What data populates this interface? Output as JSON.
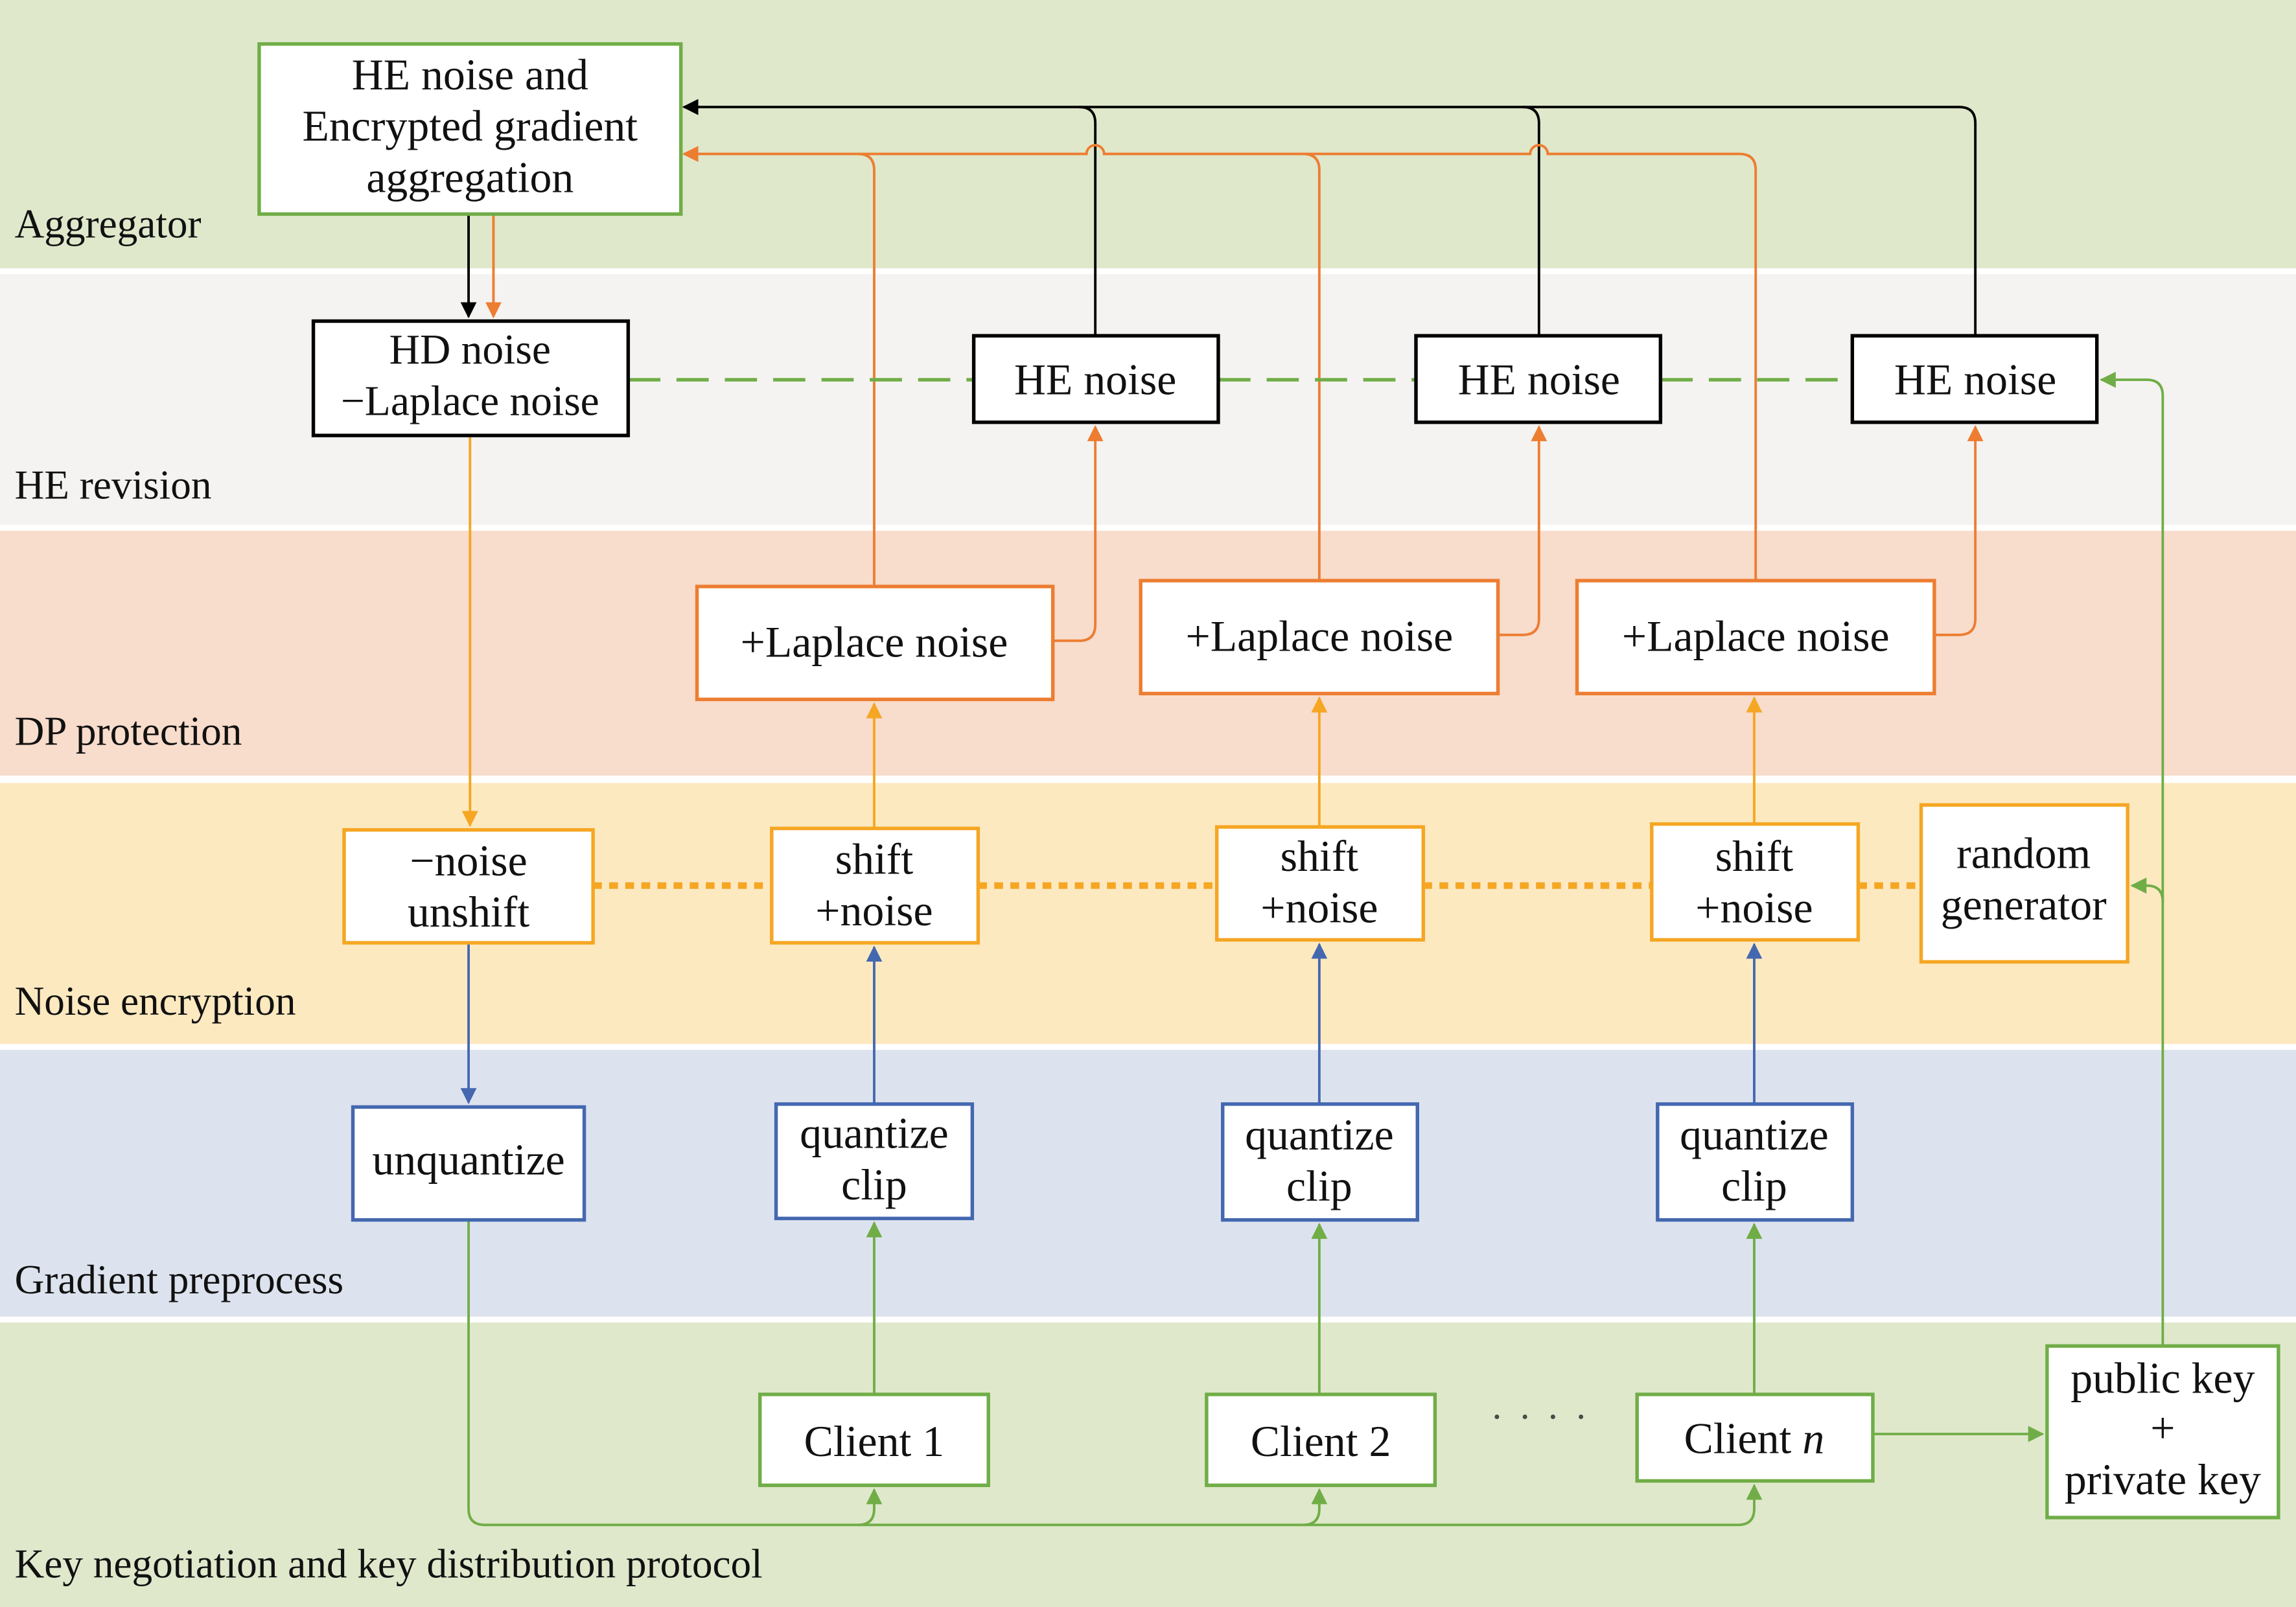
{
  "bands": [
    {
      "label": "Aggregator",
      "color": "#dfe8cb"
    },
    {
      "label": "HE revision",
      "color": "#f4f3f1"
    },
    {
      "label": "DP protection",
      "color": "#f8dccc"
    },
    {
      "label": "Noise encryption",
      "color": "#fde9c0"
    },
    {
      "label": "Gradient preprocess",
      "color": "#dde3ee"
    },
    {
      "label": "Key negotiation and key distribution protocol",
      "color": "#dfe8cb"
    }
  ],
  "aggregator_box": {
    "lines": [
      "HE noise and",
      "Encrypted gradient",
      "aggregation"
    ]
  },
  "he_revision": {
    "hd_box": {
      "lines": [
        "HD noise",
        "−Laplace noise"
      ]
    },
    "he_noise_boxes": [
      "HE noise",
      "HE noise",
      "HE noise"
    ]
  },
  "dp_protection": {
    "laplace_boxes": [
      "+Laplace noise",
      "+Laplace noise",
      "+Laplace noise"
    ]
  },
  "noise_encryption": {
    "unshift_box": {
      "lines": [
        "−noise",
        "unshift"
      ]
    },
    "shift_boxes": [
      {
        "lines": [
          "shift",
          "+noise"
        ]
      },
      {
        "lines": [
          "shift",
          "+noise"
        ]
      },
      {
        "lines": [
          "shift",
          "+noise"
        ]
      }
    ],
    "random_generator": {
      "lines": [
        "random",
        "generator"
      ]
    }
  },
  "gradient_preprocess": {
    "unquantize": "unquantize",
    "quantize_boxes": [
      {
        "lines": [
          "quantize",
          "clip"
        ]
      },
      {
        "lines": [
          "quantize",
          "clip"
        ]
      },
      {
        "lines": [
          "quantize",
          "clip"
        ]
      }
    ]
  },
  "key_protocol": {
    "clients": [
      {
        "name": "Client",
        "index": "1"
      },
      {
        "name": "Client",
        "index": "2"
      },
      {
        "name": "Client",
        "index": "n"
      }
    ],
    "ellipsis": "· · · ·",
    "key_box": {
      "lines": [
        "public key",
        "+",
        "private key"
      ]
    }
  }
}
